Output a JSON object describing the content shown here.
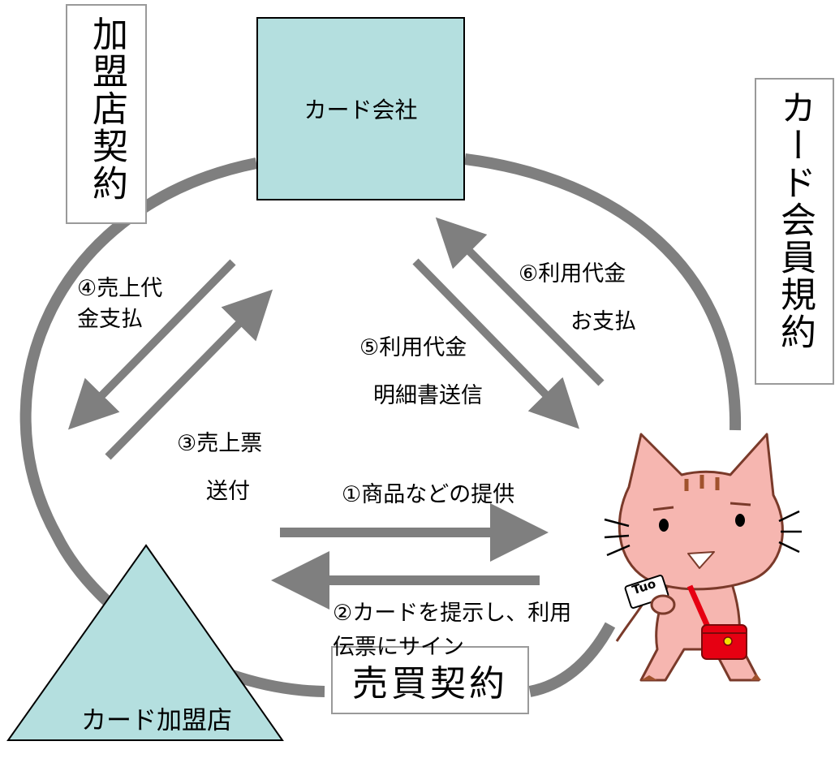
{
  "nodes": {
    "card_company": "カード会社",
    "merchant": "カード加盟店"
  },
  "contracts": {
    "merchant_contract": "加盟店契約",
    "member_contract": "カード会員規約",
    "sales_contract": "売買契約"
  },
  "steps": {
    "step1": "①商品などの提供",
    "step2_line1": "②カードを提示し、利用",
    "step2_line2": "伝票にサイン",
    "step3_line1": "③売上票",
    "step3_line2": "送付",
    "step4_line1": "④売上代",
    "step4_line2": "金支払",
    "step5_line1": "⑤利用代金",
    "step5_line2": "明細書送信",
    "step6_line1": "⑥利用代金",
    "step6_line2": "お支払"
  },
  "mascot": {
    "card_text": "Tuo",
    "icon": "cat-mascot-icon"
  },
  "colors": {
    "arrow_gray": "#7f7f7f",
    "box_teal": "#b4dfdf",
    "cat_pink": "#f6b6b0",
    "bag_red": "#e60012"
  }
}
